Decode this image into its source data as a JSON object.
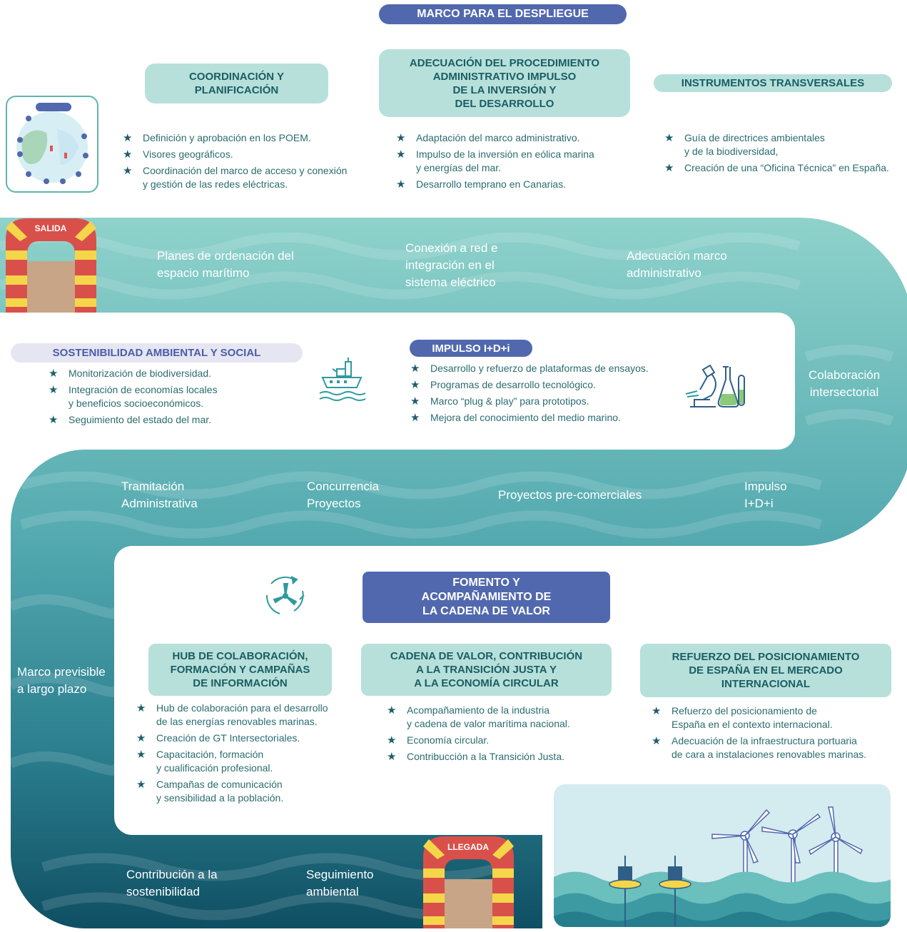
{
  "top_title": "MARCO PARA EL DESPLIEGUE",
  "headers": {
    "coordinacion": "COORDINACIÓN Y\nPLANIFICACIÓN",
    "adecuacion": "ADECUACIÓN DEL PROCEDIMIENTO\nADMINISTRATIVO IMPULSO\nDE LA INVERSIÓN Y\nDEL DESARROLLO",
    "instrumentos": "INSTRUMENTOS TRANSVERSALES",
    "sostenibilidad": "SOSTENIBILIDAD AMBIENTAL Y SOCIAL",
    "impulso": "IMPULSO I+D+i",
    "fomento": "FOMENTO Y\nACOMPAÑAMIENTO DE\nLA CADENA DE VALOR",
    "hub": "HUB DE COLABORACIÓN,\nFORMACIÓN Y CAMPAÑAS\nDE INFORMACIÓN",
    "cadena": "CADENA DE VALOR, CONTRIBUCIÓN\nA LA TRANSICIÓN JUSTA Y\nA LA ECONOMÍA CIRCULAR",
    "refuerzo": "REFUERZO DEL POSICIONAMIENTO\nDE ESPAÑA EN EL MERCADO\nINTERNACIONAL"
  },
  "bullets": {
    "coordinacion": [
      "Definición y aprobación en los POEM.",
      "Visores geográficos.",
      "Coordinación del marco de acceso y conexión\ny gestión de las redes eléctricas."
    ],
    "adecuacion": [
      "Adaptación del marco administrativo.",
      "Impulso de la inversión en eólica marina\ny energías del mar.",
      "Desarrollo temprano en Canarias."
    ],
    "instrumentos": [
      "Guía de directrices ambientales\ny de la biodiversidad,",
      "Creación de una “Oficina Técnica” en España."
    ],
    "sostenibilidad": [
      "Monitorización de biodiversidad.",
      "Integración de economías locales\ny beneficios  socioeconómicos.",
      "Seguimiento del estado del mar."
    ],
    "impulso": [
      "Desarrollo y refuerzo de plataformas de ensayos.",
      "Programas de desarrollo tecnológico.",
      "Marco “plug & play” para prototipos.",
      "Mejora del conocimiento del medio marino."
    ],
    "hub": [
      "Hub de colaboración para el desarrollo\nde las energías renovables marinas.",
      "Creación de GT Intersectoriales.",
      "Capacitación, formación\n y cualificación profesional.",
      "Campañas de comunicación\ny sensibilidad a la población."
    ],
    "cadena": [
      "Acompañamiento de la industria\ny cadena de valor marítima nacional.",
      "Economía circular.",
      "Contribucción a la Transición Justa."
    ],
    "refuerzo": [
      "Refuerzo del posicionamiento de\nEspaña en el contexto internacional.",
      "Adecuación de la infraestructura portuaria\nde cara a instalaciones renovables marinas."
    ]
  },
  "road_labels": {
    "planes": "Planes de ordenación del\nespacio marítimo",
    "conexion": "Conexión a red e\nintegración en el\nsistema eléctrico",
    "adecuacion_marco": "Adecuación marco\nadministrativo",
    "colaboracion": "Colaboración\nintersectorial",
    "tramitacion": "Tramitación\nAdministrativa",
    "concurrencia": "Concurrencia\nProyectos",
    "precomerciales": "Proyectos pre-comerciales",
    "impulso_idi": "Impulso\nI+D+i",
    "marco_previsible": "Marco previsible\na largo plazo",
    "contribucion": "Contribución a la\nsostenibilidad",
    "seguimiento": "Seguimiento\nambiental"
  },
  "gates": {
    "start": "SALIDA",
    "end": "LLEGADA"
  },
  "icons": {
    "map": "map-thumbnail-icon",
    "ship": "ship-icon",
    "lab": "microscope-flask-icon",
    "turbine": "wind-turbine-cycle-icon",
    "scene": "offshore-wind-scene"
  },
  "colors": {
    "blue_pill": "#5168ae",
    "teal_pill": "#b7e0db",
    "road_light": "#7cc8c2",
    "road_dark": "#0f5667",
    "gate_red": "#d9504a",
    "gate_yellow": "#f5d64a"
  }
}
